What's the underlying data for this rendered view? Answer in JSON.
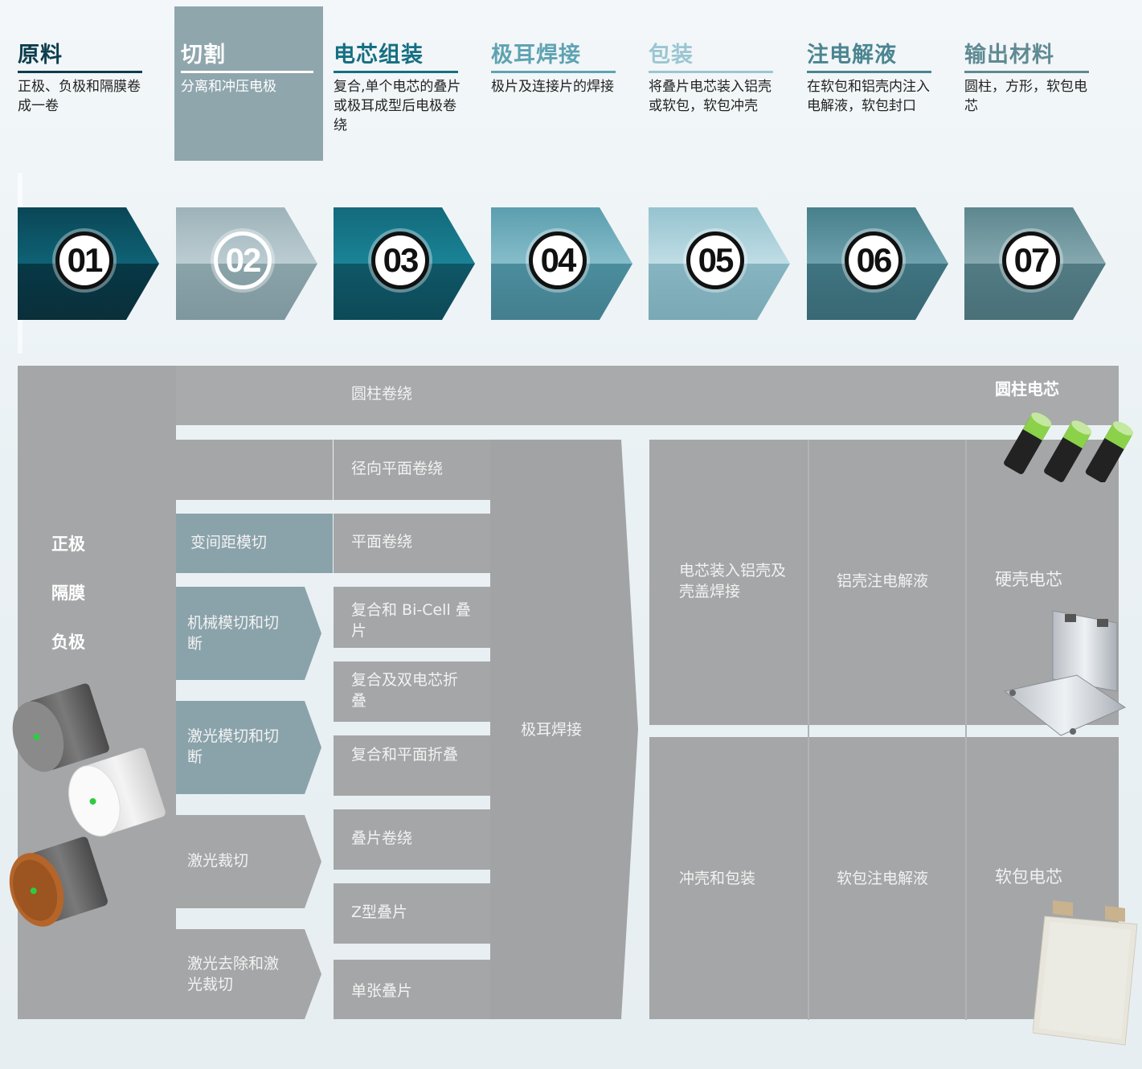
{
  "steps": [
    {
      "title": "原料",
      "desc": "正极、负极和隔膜卷成一卷",
      "num": "01",
      "color": "#0d4c5c"
    },
    {
      "title": "切割",
      "desc": "分离和冲压电极",
      "num": "02",
      "color": "#ffffff"
    },
    {
      "title": "电芯组装",
      "desc": "复合,单个电芯的叠片或极耳成型后电极卷绕",
      "num": "03",
      "color": "#156f82"
    },
    {
      "title": "极耳焊接",
      "desc": "极片及连接片的焊接",
      "num": "04",
      "color": "#5fa3b2"
    },
    {
      "title": "包装",
      "desc": "将叠片电芯装入铝壳或软包，软包冲壳",
      "num": "05",
      "color": "#9ac6d2"
    },
    {
      "title": "注电解液",
      "desc": "在软包和铝壳内注入电解液，软包封口",
      "num": "06",
      "color": "#4b8591"
    },
    {
      "title": "输出材料",
      "desc": "圆柱，方形，软包电芯",
      "num": "07",
      "color": "#5f8a93"
    }
  ],
  "raw": {
    "items": [
      "正极",
      "隔膜",
      "负极"
    ]
  },
  "cutting": {
    "items": [
      "变间距模切",
      "机械模切和切断",
      "激光模切和切断",
      "激光裁切",
      "激光去除和激光裁切"
    ]
  },
  "assembly": {
    "top": "圆柱卷绕",
    "items": [
      "径向平面卷绕",
      "平面卷绕",
      "复合和 Bi-Cell 叠片",
      "复合及双电芯折叠",
      "复合和平面折叠",
      "叠片卷绕",
      "Z型叠片",
      "单张叠片"
    ]
  },
  "welding": {
    "label": "极耳焊接"
  },
  "packaging": {
    "hard": "电芯装入铝壳及壳盖焊接",
    "soft": "冲壳和包装"
  },
  "filling": {
    "hard": "铝壳注电解液",
    "soft": "软包注电解液"
  },
  "output": {
    "cyl": "圆柱电芯",
    "hard": "硬壳电芯",
    "soft": "软包电芯"
  }
}
